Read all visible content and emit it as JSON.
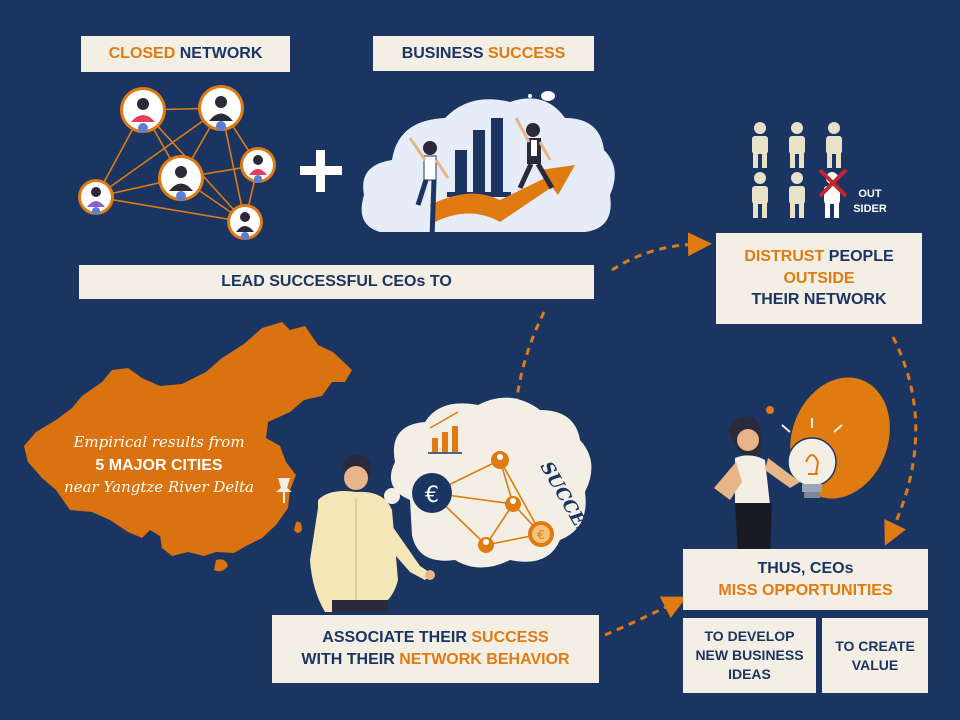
{
  "boxes": {
    "closed_network": {
      "part1": "CLOSED",
      "part2": "NETWORK"
    },
    "business_success": {
      "part1": "BUSINESS",
      "part2": "SUCCESS"
    },
    "lead": {
      "text": "LEAD SUCCESSFUL CEOs TO"
    },
    "distrust": {
      "part1": "DISTRUST",
      "part2": "PEOPLE",
      "part3": "OUTSIDE",
      "part4": "THEIR NETWORK"
    },
    "associate": {
      "line1a": "ASSOCIATE THEIR",
      "line1b": "SUCCESS",
      "line2a": "WITH THEIR",
      "line2b": "NETWORK BEHAVIOR"
    },
    "thus": {
      "line1": "THUS, CEOs",
      "line2": "MISS OPPORTUNITIES"
    },
    "develop": {
      "line1": "TO DEVELOP",
      "line2": "NEW BUSINESS",
      "line3": "IDEAS"
    },
    "create": {
      "line1": "TO CREATE",
      "line2": "VALUE"
    }
  },
  "china": {
    "line1": "Empirical results from",
    "line2": "5 MAJOR CITIES",
    "line3": "near Yangtze River Delta"
  },
  "plus": "+",
  "outsider": {
    "line1": "OUT",
    "line2": "SIDER"
  },
  "thought": {
    "word": "SUCCESS",
    "euro": "€"
  },
  "colors": {
    "background": "#1b3563",
    "accent": "#e07b12",
    "box": "#f4efe4",
    "text": "#1b3563"
  },
  "icons": [
    "network-avatars",
    "celebration-chart",
    "people-group-icon",
    "china-map",
    "pin-icon",
    "thinking-man",
    "euro-icon",
    "lightbulb-icon",
    "woman-figure"
  ]
}
